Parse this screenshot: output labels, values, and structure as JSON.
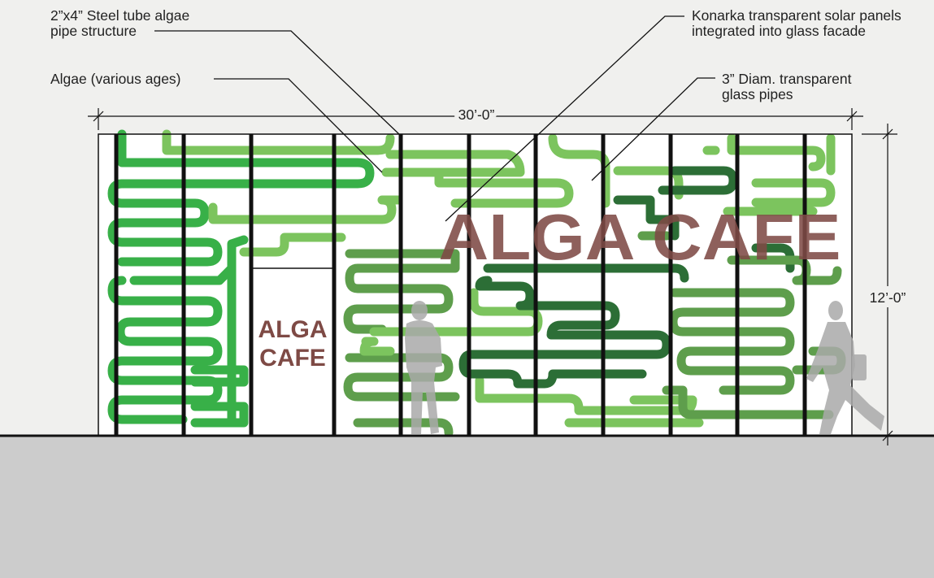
{
  "annotations": {
    "steel_tube": [
      "2”x4” Steel tube algae",
      "pipe structure"
    ],
    "algae": [
      "Algae (various ages)"
    ],
    "solar_panels": [
      "Konarka transparent solar panels",
      "integrated into glass facade"
    ],
    "glass_pipes": [
      "3” Diam. transparent",
      "glass pipes"
    ]
  },
  "dimensions": {
    "width": "30’-0”",
    "height": "12’-0”"
  },
  "signage": {
    "facade_sign": "ALGA CAFE",
    "door_sign_line1": "ALGA",
    "door_sign_line2": "CAFE"
  },
  "colors": {
    "pipe_dark": "#2c6e36",
    "pipe_medium": "#5e9e4c",
    "pipe_bright": "#38b048",
    "pipe_light": "#7cc45e",
    "sign": "#7e4a45",
    "ground": "#cccccc",
    "structure": "#111111"
  }
}
